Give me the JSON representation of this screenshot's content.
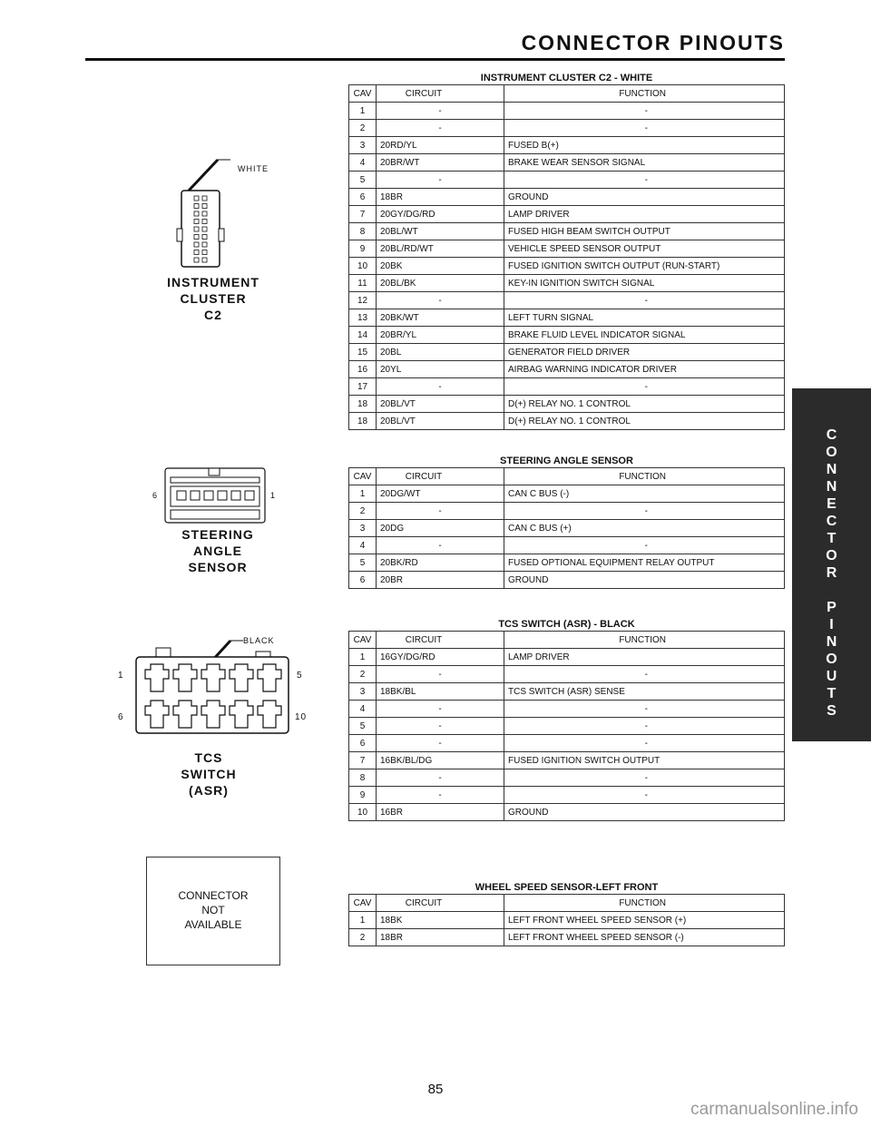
{
  "header": {
    "title": "CONNECTOR PINOUTS"
  },
  "side_tab": {
    "letters": [
      "C",
      "O",
      "N",
      "N",
      "E",
      "C",
      "T",
      "O",
      "R",
      "",
      "P",
      "I",
      "N",
      "O",
      "U",
      "T",
      "S"
    ]
  },
  "columns": {
    "cav": "CAV",
    "circuit": "CIRCUIT",
    "function": "FUNCTION"
  },
  "tables": [
    {
      "title": "INSTRUMENT CLUSTER C2 - WHITE",
      "rows": [
        {
          "cav": "1",
          "circuit": "-",
          "function": "-"
        },
        {
          "cav": "2",
          "circuit": "-",
          "function": "-"
        },
        {
          "cav": "3",
          "circuit": "20RD/YL",
          "function": "FUSED B(+)"
        },
        {
          "cav": "4",
          "circuit": "20BR/WT",
          "function": "BRAKE WEAR SENSOR SIGNAL"
        },
        {
          "cav": "5",
          "circuit": "-",
          "function": "-"
        },
        {
          "cav": "6",
          "circuit": "18BR",
          "function": "GROUND"
        },
        {
          "cav": "7",
          "circuit": "20GY/DG/RD",
          "function": "LAMP DRIVER"
        },
        {
          "cav": "8",
          "circuit": "20BL/WT",
          "function": "FUSED HIGH BEAM SWITCH OUTPUT"
        },
        {
          "cav": "9",
          "circuit": "20BL/RD/WT",
          "function": "VEHICLE SPEED SENSOR OUTPUT"
        },
        {
          "cav": "10",
          "circuit": "20BK",
          "function": "FUSED IGNITION SWITCH OUTPUT (RUN-START)"
        },
        {
          "cav": "11",
          "circuit": "20BL/BK",
          "function": "KEY-IN IGNITION SWITCH SIGNAL"
        },
        {
          "cav": "12",
          "circuit": "-",
          "function": "-"
        },
        {
          "cav": "13",
          "circuit": "20BK/WT",
          "function": "LEFT TURN SIGNAL"
        },
        {
          "cav": "14",
          "circuit": "20BR/YL",
          "function": "BRAKE FLUID LEVEL INDICATOR SIGNAL"
        },
        {
          "cav": "15",
          "circuit": "20BL",
          "function": "GENERATOR FIELD DRIVER"
        },
        {
          "cav": "16",
          "circuit": "20YL",
          "function": "AIRBAG WARNING INDICATOR DRIVER"
        },
        {
          "cav": "17",
          "circuit": "-",
          "function": "-"
        },
        {
          "cav": "18",
          "circuit": "20BL/VT",
          "function": "D(+) RELAY NO. 1 CONTROL"
        },
        {
          "cav": "18",
          "circuit": "20BL/VT",
          "function": "D(+) RELAY NO. 1 CONTROL"
        }
      ]
    },
    {
      "title": "STEERING ANGLE SENSOR",
      "rows": [
        {
          "cav": "1",
          "circuit": "20DG/WT",
          "function": "CAN C BUS (-)"
        },
        {
          "cav": "2",
          "circuit": "-",
          "function": "-"
        },
        {
          "cav": "3",
          "circuit": "20DG",
          "function": "CAN C BUS (+)"
        },
        {
          "cav": "4",
          "circuit": "-",
          "function": "-"
        },
        {
          "cav": "5",
          "circuit": "20BK/RD",
          "function": "FUSED OPTIONAL EQUIPMENT RELAY OUTPUT"
        },
        {
          "cav": "6",
          "circuit": "20BR",
          "function": "GROUND"
        }
      ]
    },
    {
      "title": "TCS SWITCH (ASR) - BLACK",
      "rows": [
        {
          "cav": "1",
          "circuit": "16GY/DG/RD",
          "function": "LAMP DRIVER"
        },
        {
          "cav": "2",
          "circuit": "-",
          "function": "-"
        },
        {
          "cav": "3",
          "circuit": "18BK/BL",
          "function": "TCS SWITCH (ASR) SENSE"
        },
        {
          "cav": "4",
          "circuit": "-",
          "function": "-"
        },
        {
          "cav": "5",
          "circuit": "-",
          "function": "-"
        },
        {
          "cav": "6",
          "circuit": "-",
          "function": "-"
        },
        {
          "cav": "7",
          "circuit": "16BK/BL/DG",
          "function": "FUSED IGNITION SWITCH OUTPUT"
        },
        {
          "cav": "8",
          "circuit": "-",
          "function": "-"
        },
        {
          "cav": "9",
          "circuit": "-",
          "function": "-"
        },
        {
          "cav": "10",
          "circuit": "16BR",
          "function": "GROUND"
        }
      ]
    },
    {
      "title": "WHEEL SPEED SENSOR-LEFT FRONT",
      "rows": [
        {
          "cav": "1",
          "circuit": "18BK",
          "function": "LEFT FRONT WHEEL SPEED SENSOR (+)"
        },
        {
          "cav": "2",
          "circuit": "18BR",
          "function": "LEFT FRONT WHEEL SPEED SENSOR (-)"
        }
      ]
    }
  ],
  "connectors": {
    "instrument_cluster": {
      "label": [
        "INSTRUMENT",
        "CLUSTER",
        "C2"
      ],
      "color_tag": "WHITE"
    },
    "steering_angle": {
      "label": [
        "STEERING",
        "ANGLE",
        "SENSOR"
      ],
      "pin_left": "6",
      "pin_right": "1"
    },
    "tcs_switch": {
      "label": [
        "TCS",
        "SWITCH",
        "(ASR)"
      ],
      "color_tag": "BLACK",
      "pin_top_left": "1",
      "pin_top_right": "5",
      "pin_bottom_left": "6",
      "pin_bottom_right": "10"
    },
    "not_available": {
      "lines": [
        "CONNECTOR",
        "NOT",
        "AVAILABLE"
      ]
    }
  },
  "page_number": "85",
  "watermark": "carmanualsonline.info"
}
